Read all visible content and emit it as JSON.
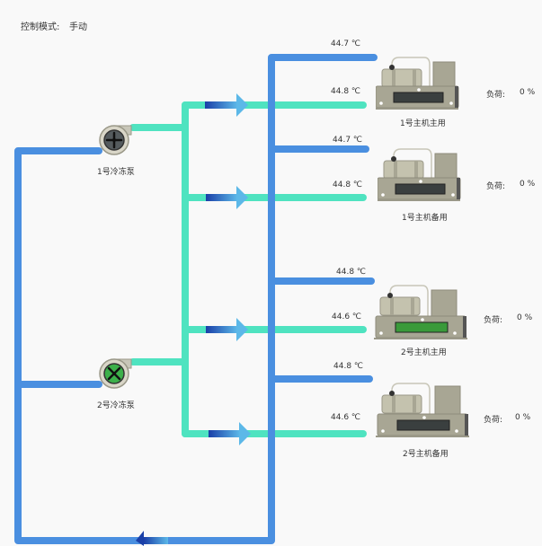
{
  "header": {
    "mode_label": "控制模式:",
    "mode_value": "手动"
  },
  "colors": {
    "supply_pipe": "#4a8fe0",
    "return_pipe": "#4fe3c0",
    "arrow_dark": "#1a3fa8",
    "arrow_light": "#5cb8e8",
    "pump_1_status": "#555b5e",
    "pump_2_status": "#3cb04a",
    "display_off": "#3a3f3f",
    "display_on": "#3a9a3a"
  },
  "pumps": [
    {
      "name": "1号冷冻泵",
      "status": "stopped"
    },
    {
      "name": "2号冷冻泵",
      "status": "running"
    }
  ],
  "chillers": [
    {
      "name": "1号主机主用",
      "supply_temp": "44.7 ℃",
      "return_temp": "44.8 ℃",
      "load_label": "负荷:",
      "load_value": "0 %",
      "display": "off"
    },
    {
      "name": "1号主机备用",
      "supply_temp": "44.7 ℃",
      "return_temp": "44.8 ℃",
      "load_label": "负荷:",
      "load_value": "0 %",
      "display": "off"
    },
    {
      "name": "2号主机主用",
      "supply_temp": "44.8 ℃",
      "return_temp": "44.6 ℃",
      "load_label": "负荷:",
      "load_value": "0 %",
      "display": "on"
    },
    {
      "name": "2号主机备用",
      "supply_temp": "44.8 ℃",
      "return_temp": "44.6 ℃",
      "load_label": "负荷:",
      "load_value": "0 %",
      "display": "off"
    }
  ]
}
